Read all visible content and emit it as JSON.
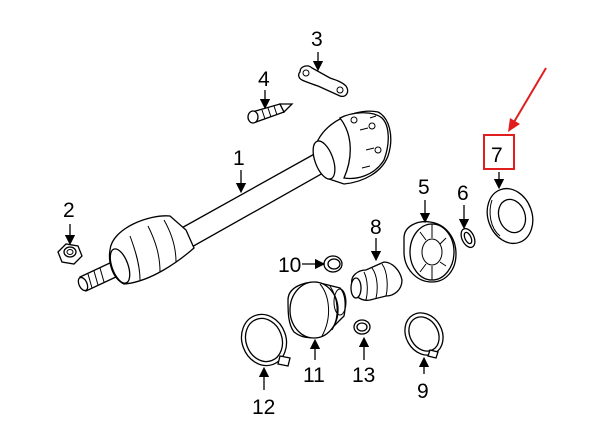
{
  "diagram": {
    "callouts": {
      "p1": "1",
      "p2": "2",
      "p3": "3",
      "p4": "4",
      "p5": "5",
      "p6": "6",
      "p7": "7",
      "p8": "8",
      "p9": "9",
      "p10": "10",
      "p11": "11",
      "p12": "12",
      "p13": "13"
    },
    "highlighted_part": "7",
    "highlight_color": "#e01e1e",
    "line_color": "#000000",
    "background": "#ffffff"
  }
}
